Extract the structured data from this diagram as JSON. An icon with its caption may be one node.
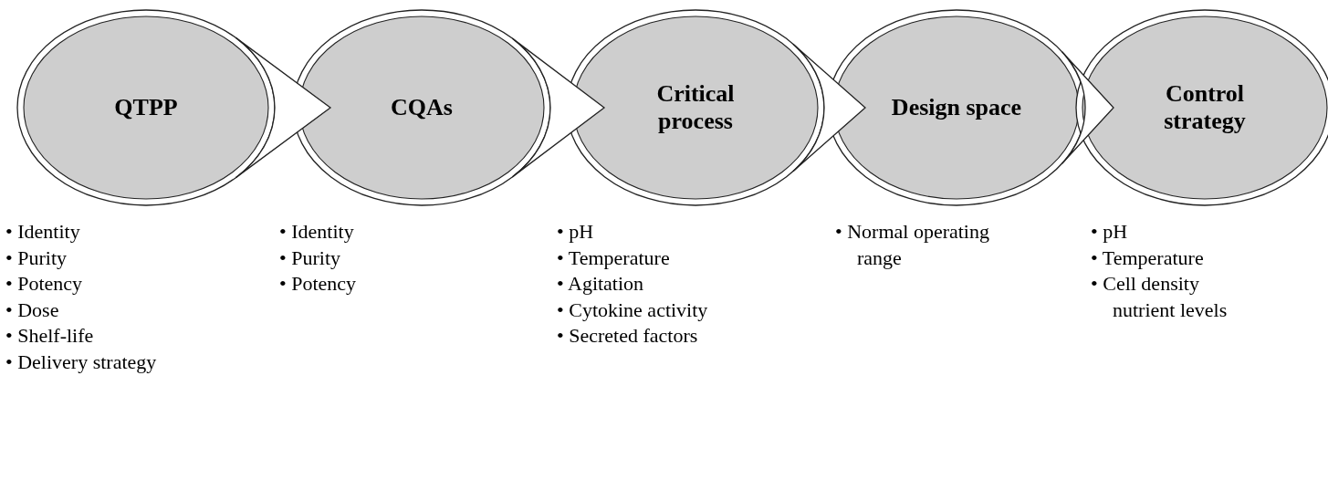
{
  "diagram": {
    "nodes": [
      {
        "text": [
          "QTPP"
        ],
        "beside": [
          "• Identity",
          "• Purity",
          "• Potency",
          "• Dose",
          "• Shelf-life",
          "• Delivery strategy"
        ]
      },
      {
        "text": [
          "CQAs"
        ],
        "beside": [
          "• Identity",
          "• Purity",
          "• Potency"
        ]
      },
      {
        "text": [
          "Critical process"
        ],
        "beside": [
          "• pH",
          "• Temperature",
          "• Agitation",
          "• Cytokine activity",
          "• Secreted factors"
        ]
      },
      {
        "text": [
          "Design space"
        ],
        "beside": [
          "• Normal operating range"
        ]
      },
      {
        "text": [
          "Control strategy"
        ],
        "beside": [
          "• pH",
          "• Temperature",
          "• Cell density nutrient levels"
        ]
      }
    ],
    "edges": [
      {
        "from": 0,
        "to": 1,
        "arrow": "to"
      },
      {
        "from": 1,
        "to": 2,
        "arrow": "to"
      },
      {
        "from": 2,
        "to": 3,
        "arrow": "to"
      },
      {
        "from": 3,
        "to": 4,
        "arrow": "to"
      }
    ]
  }
}
